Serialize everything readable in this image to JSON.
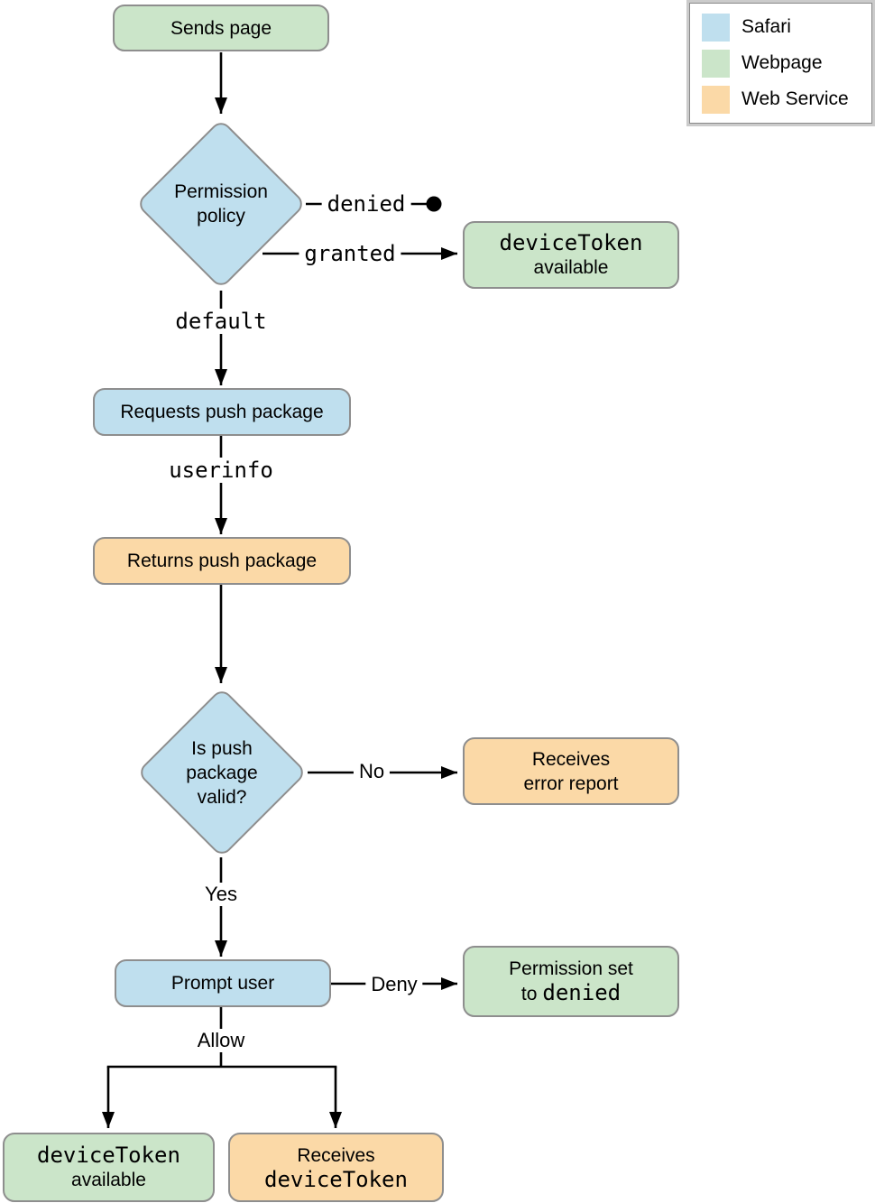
{
  "colors": {
    "safari": "#bfdfee",
    "webpage": "#cbe5c9",
    "web_service": "#fbd9a7",
    "shape_border": "#8e8e8e",
    "line": "#000000"
  },
  "legend": {
    "items": [
      {
        "label": "Safari",
        "color_key": "safari"
      },
      {
        "label": "Webpage",
        "color_key": "webpage"
      },
      {
        "label": "Web Service",
        "color_key": "web_service"
      }
    ]
  },
  "nodes": {
    "sends_page": {
      "label": "Sends page"
    },
    "permission_policy": {
      "line1": "Permission",
      "line2": "policy"
    },
    "devicetoken_available_top": {
      "line1_mono": "deviceToken",
      "line2": "available"
    },
    "requests_push_package": {
      "label": "Requests push package"
    },
    "returns_push_package": {
      "label": "Returns push package"
    },
    "is_push_package_valid": {
      "line1": "Is push",
      "line2": "package",
      "line3": "valid?"
    },
    "receives_error_report": {
      "line1": "Receives",
      "line2": "error report"
    },
    "prompt_user": {
      "label": "Prompt user"
    },
    "permission_set_denied": {
      "line1": "Permission set",
      "line2_prefix": "to",
      "line2_mono": "denied"
    },
    "devicetoken_available_bottom": {
      "line1_mono": "deviceToken",
      "line2": "available"
    },
    "receives_devicetoken": {
      "line1": "Receives",
      "line2_mono": "deviceToken"
    }
  },
  "edge_labels": {
    "denied": "denied",
    "granted": "granted",
    "default": "default",
    "userinfo": "userinfo",
    "no": "No",
    "yes": "Yes",
    "deny": "Deny",
    "allow": "Allow"
  }
}
